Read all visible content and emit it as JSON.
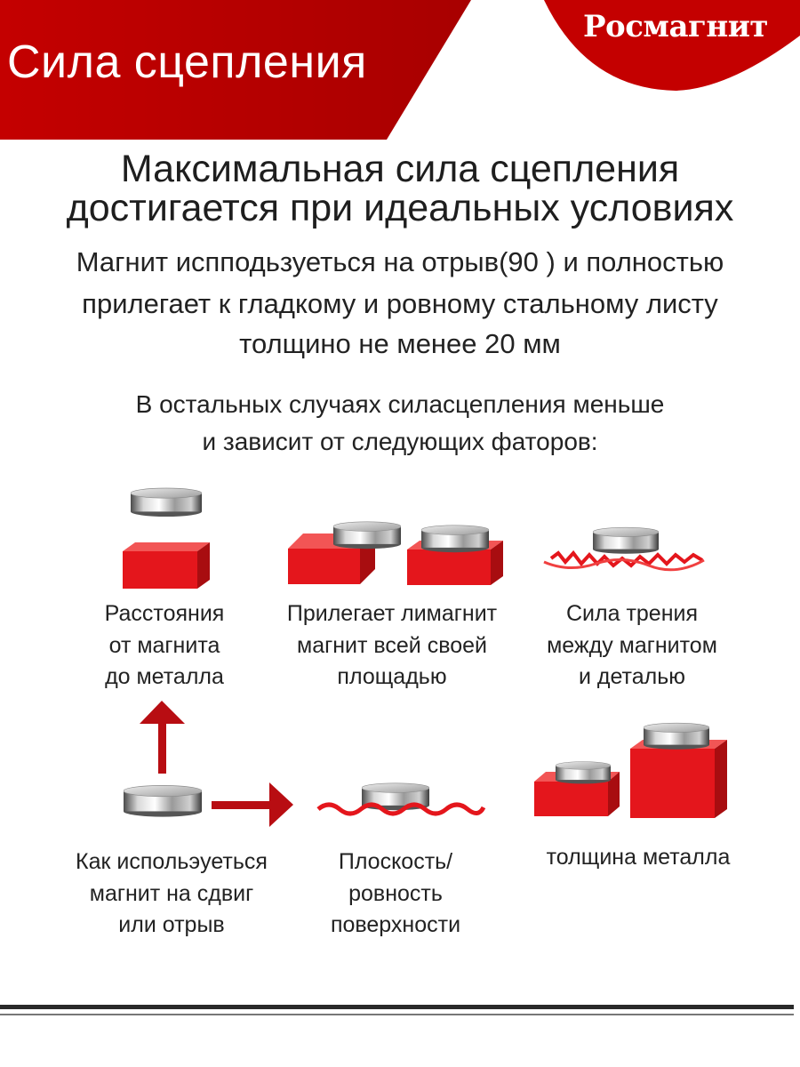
{
  "banner": {
    "title": "Сила сцепления",
    "brand": "Росмагнит",
    "color": "#c20000"
  },
  "headline": {
    "line1": "Максимальная сила сцепления",
    "line2": "достигается при идеальных условиях"
  },
  "condition": {
    "line1": "Магнит испподьзуеться на отрыв(90 ) и  полностью",
    "line2": "прилегает к гладкому и ровному стальному листу",
    "line3": "толщино не менее 20 мм"
  },
  "intro": {
    "line1": "В остальных случаях силасцепления меньше",
    "line2": "и зависит от следующих фаторов:"
  },
  "factors": [
    {
      "lines": [
        "Расстояния",
        "от магнита",
        "до металла"
      ],
      "icon": "magnet-above-block-icon"
    },
    {
      "lines": [
        "Прилегает лимагнит",
        "магнит всей своей",
        "площадью"
      ],
      "icon": "magnet-contact-area-icon"
    },
    {
      "lines": [
        "Сила трения",
        "между магнитом",
        "и деталью"
      ],
      "icon": "magnet-friction-icon"
    },
    {
      "lines": [
        "Как испольэуеться",
        "магнит на сдвиг",
        "или отрыв"
      ],
      "icon": "magnet-shear-pull-icon"
    },
    {
      "lines": [
        "Плоскость/",
        "ровность",
        "поверхности"
      ],
      "icon": "magnet-wavy-surface-icon"
    },
    {
      "lines": [
        "толщина металла"
      ],
      "icon": "metal-thickness-icon"
    }
  ]
}
